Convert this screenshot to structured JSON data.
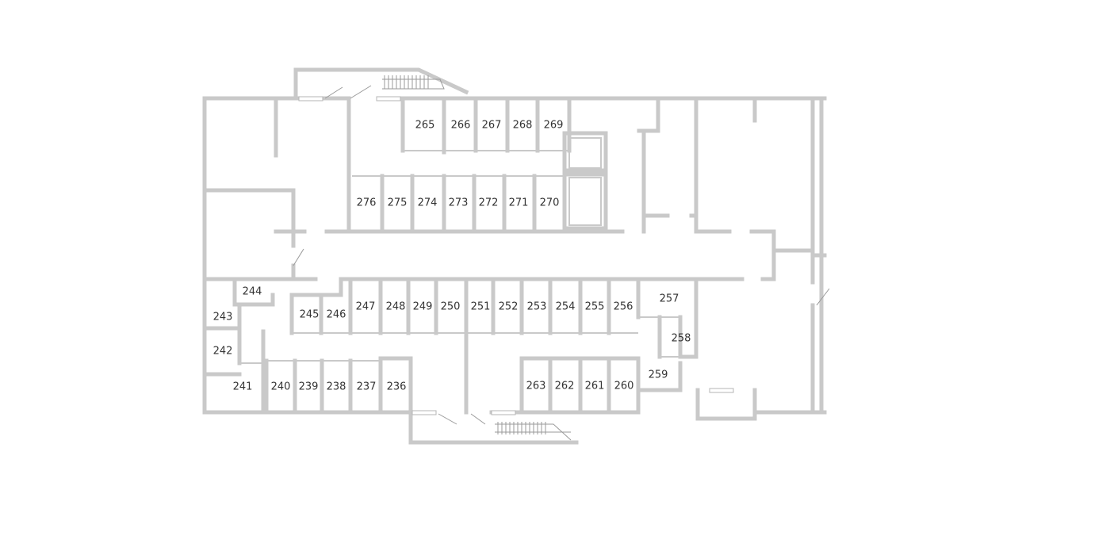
{
  "colors": {
    "wall": "#c9c9c9",
    "label": "#333333",
    "background": "#ffffff"
  },
  "rooms": [
    {
      "id": "265",
      "label": "265"
    },
    {
      "id": "266",
      "label": "266"
    },
    {
      "id": "267",
      "label": "267"
    },
    {
      "id": "268",
      "label": "268"
    },
    {
      "id": "269",
      "label": "269"
    },
    {
      "id": "276",
      "label": "276"
    },
    {
      "id": "275",
      "label": "275"
    },
    {
      "id": "274",
      "label": "274"
    },
    {
      "id": "273",
      "label": "273"
    },
    {
      "id": "272",
      "label": "272"
    },
    {
      "id": "271",
      "label": "271"
    },
    {
      "id": "270",
      "label": "270"
    },
    {
      "id": "244",
      "label": "244"
    },
    {
      "id": "243",
      "label": "243"
    },
    {
      "id": "242",
      "label": "242"
    },
    {
      "id": "241",
      "label": "241"
    },
    {
      "id": "245",
      "label": "245"
    },
    {
      "id": "246",
      "label": "246"
    },
    {
      "id": "247",
      "label": "247"
    },
    {
      "id": "248",
      "label": "248"
    },
    {
      "id": "249",
      "label": "249"
    },
    {
      "id": "250",
      "label": "250"
    },
    {
      "id": "251",
      "label": "251"
    },
    {
      "id": "252",
      "label": "252"
    },
    {
      "id": "253",
      "label": "253"
    },
    {
      "id": "254",
      "label": "254"
    },
    {
      "id": "255",
      "label": "255"
    },
    {
      "id": "256",
      "label": "256"
    },
    {
      "id": "257",
      "label": "257"
    },
    {
      "id": "258",
      "label": "258"
    },
    {
      "id": "259",
      "label": "259"
    },
    {
      "id": "240",
      "label": "240"
    },
    {
      "id": "239",
      "label": "239"
    },
    {
      "id": "238",
      "label": "238"
    },
    {
      "id": "237",
      "label": "237"
    },
    {
      "id": "236",
      "label": "236"
    },
    {
      "id": "263",
      "label": "263"
    },
    {
      "id": "262",
      "label": "262"
    },
    {
      "id": "261",
      "label": "261"
    },
    {
      "id": "260",
      "label": "260"
    }
  ]
}
